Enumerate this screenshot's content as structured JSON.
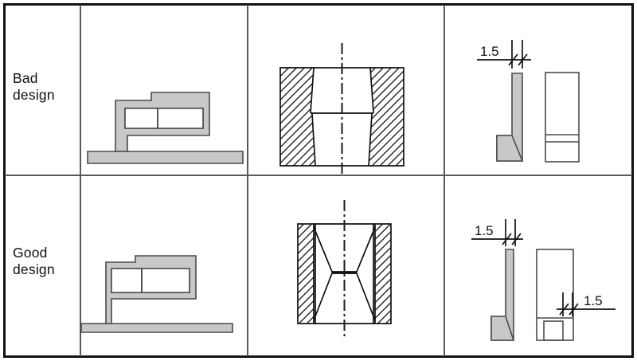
{
  "figure": {
    "type": "engineering-design-comparison-table",
    "rows": [
      {
        "id": "bad",
        "label": "Bad\ndesign",
        "label_text": "Bad design"
      },
      {
        "id": "good",
        "label": "Good\ndesign",
        "label_text": "Good design"
      }
    ],
    "columns": [
      {
        "id": "label",
        "header": ""
      },
      {
        "id": "section-profile",
        "header": ""
      },
      {
        "id": "hatched-section",
        "header": ""
      },
      {
        "id": "rib-detail",
        "header": ""
      }
    ]
  },
  "annotations": {
    "bad_rib_thickness": "1.5",
    "good_rib_thickness": "1.5",
    "good_boss_thickness": "1.5"
  },
  "colors": {
    "frame": "#111111",
    "grid": "#555a5e",
    "part_fill": "#c8c8c8",
    "part_outline": "#4a4a4a",
    "hatch": "#111111",
    "centerline": "#1a1a1a",
    "dimension": "#111111",
    "background": "#ffffff"
  }
}
